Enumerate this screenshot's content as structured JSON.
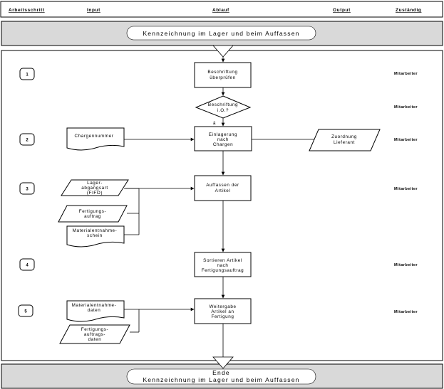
{
  "header": {
    "columns": [
      "Arbeitsschritt",
      "Input",
      "Ablauf",
      "Output",
      "Zuständig"
    ]
  },
  "banners": {
    "start": "Kennzeichnung im Lager und beim Auffassen",
    "end_line1": "Ende",
    "end_line2": "Kennzeichnung im Lager und beim Auffassen"
  },
  "steps": [
    "1",
    "2",
    "3",
    "4",
    "5"
  ],
  "responsible": [
    "Mitarbeiter",
    "Mitarbeiter",
    "Mitarbeiter",
    "Mitarbeiter",
    "Mitarbeiter",
    "Mitarbeiter"
  ],
  "process": {
    "check_label": [
      "Beschriftung",
      "überprüfen"
    ],
    "decision_label": [
      "Beschriftung",
      "i.O.?"
    ],
    "decision_yes": "ä",
    "store_label": [
      "Einlagerung",
      "nach",
      "Chargen"
    ],
    "pick_label": [
      "Auffassen der",
      "Artikel"
    ],
    "sort_label": [
      "Sortieren Artikel",
      "nach",
      "Fertigungsauftrag"
    ],
    "handover_label": [
      "Weitergabe",
      "Artikel an",
      "Fertigung"
    ]
  },
  "inputs": {
    "batch_no": [
      "Chargennummer"
    ],
    "outflow": [
      "Lager-",
      "abgangsart",
      "(FIFO)"
    ],
    "prod_order": [
      "Fertigungs-",
      "auftrag"
    ],
    "withdrawal_slip": [
      "Materialentnahme-",
      "schein"
    ],
    "withdrawal_data": [
      "Materialentnahme-",
      "daten"
    ],
    "prod_order_data": [
      "Fertigungs-",
      "auftrags-",
      "daten"
    ]
  },
  "outputs": {
    "supplier_assign": [
      "Zuordnung",
      "Lieferant"
    ]
  }
}
